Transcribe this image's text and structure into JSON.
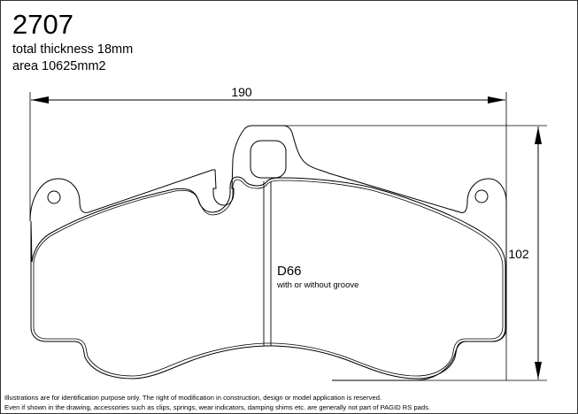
{
  "part": {
    "number": "2707",
    "total_thickness": "total thickness 18mm",
    "area": "area 10625mm2"
  },
  "dimensions": {
    "width_label": "190",
    "height_label": "102"
  },
  "compound": {
    "code": "D66",
    "note": "with or without groove"
  },
  "disclaimer": {
    "line1": "Illustrations are for identification purpose only. The right of modification in construction, design or model application is reserved.",
    "line2": "Even if shown in the drawing, accessories such as clips, springs, wear indicators, damping shims etc. are generally not part of PAGID RS pads."
  },
  "colors": {
    "line": "#000000",
    "frame": "#333333",
    "background": "#ffffff"
  }
}
